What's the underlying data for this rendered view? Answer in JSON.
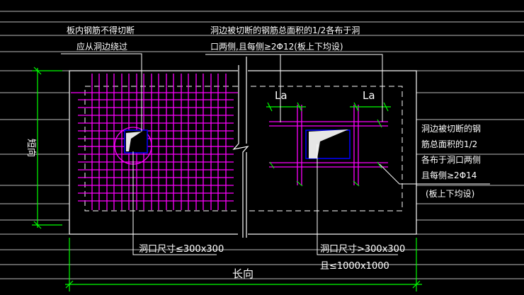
{
  "notes": {
    "left_top_line1": "板内钢筋不得切断",
    "left_top_line2": "应从洞边绕过",
    "mid_top_line1": "洞边被切断的钢筋总面积的1/2各布于洞",
    "mid_top_line2": "口两侧,且每侧≥2Φ12(板上下均设)",
    "right_line1": "洞边被切断的钢",
    "right_line2": "筋总面积的1/2",
    "right_line3": "各布于洞口两侧",
    "right_line4": "且每侧≥2Φ14",
    "right_line5": "(板上下均设)"
  },
  "dimensions": {
    "short_dir": "短向",
    "long_dir": "长向",
    "la_left": "La",
    "la_right": "La",
    "hole_small": "洞口尺寸≤300x300",
    "hole_large_line1": "洞口尺寸>300x300",
    "hole_large_line2": "且≤1000x1000"
  },
  "colors": {
    "background": "#000000",
    "rebar": "#ff00ff",
    "dimension": "#00ff00",
    "outline": "#ffffff",
    "hole": "#0000ff",
    "guide_lines": "#c8c8c8"
  }
}
